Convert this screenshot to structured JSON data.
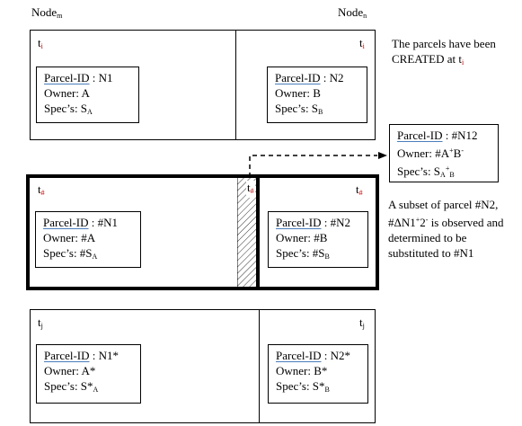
{
  "header": {
    "node_m": {
      "text": "Node",
      "sub": "m"
    },
    "node_n": {
      "text": "Node",
      "sub": "n"
    }
  },
  "row1": {
    "time_left": {
      "text": "t",
      "sub": "i"
    },
    "time_right": {
      "text": "t",
      "sub": "i"
    },
    "parcel_left": {
      "id_label": "Parcel-ID",
      "id_value": " : N1",
      "owner": "Owner: A",
      "spec_label": "Spec’s: S",
      "spec_sub": "A"
    },
    "parcel_right": {
      "id_label": "Parcel-ID",
      "id_value": " : N2",
      "owner": "Owner: B",
      "spec_label": "Spec’s: S",
      "spec_sub": "B"
    },
    "note": {
      "line1": "The parcels have been",
      "line2": "CREATED at t",
      "line2_sub": "i"
    }
  },
  "row2": {
    "time_left": {
      "text": "t",
      "sub": "#"
    },
    "time_hatch": {
      "text": "t",
      "sub": "#"
    },
    "time_right": {
      "text": "t",
      "sub": "#"
    },
    "parcel_left": {
      "id_label": "Parcel-ID",
      "id_value": " : #N1",
      "owner": "Owner: #A",
      "spec_label": "Spec’s: #S",
      "spec_sub": "A"
    },
    "parcel_right": {
      "id_label": "Parcel-ID",
      "id_value": " : #N2",
      "owner": "Owner: #B",
      "spec_label": "Spec’s: #S",
      "spec_sub": "B"
    },
    "new_parcel": {
      "id_label": "Parcel-ID",
      "id_value": " : #N12",
      "owner_a": "Owner: #A",
      "owner_a_sup": "+",
      "owner_b": "B",
      "owner_b_sup": "-",
      "spec_a": "Spec’s: S",
      "spec_a_sub": "A",
      "spec_plus": "+",
      "spec_b_sub": "B"
    },
    "note": {
      "line1": "A subset of parcel #N2,",
      "line2_a": "#ΔN1",
      "line2_sup": "+",
      "line2_b": "2",
      "line2_sup2": "-",
      "line2_c": " is observed and",
      "line3": "determined to be",
      "line4": "substituted to #N1"
    }
  },
  "row3": {
    "time_left": {
      "text": "t",
      "sub": "j"
    },
    "time_right": {
      "text": "t",
      "sub": "j"
    },
    "parcel_left": {
      "id_label": "Parcel-ID",
      "id_value": " : N1*",
      "owner": "Owner: A*",
      "spec_label": "Spec’s: S*",
      "spec_sub": "A"
    },
    "parcel_right": {
      "id_label": "Parcel-ID",
      "id_value": " : N2*",
      "owner": "Owner: B*",
      "spec_label": "Spec’s: S*",
      "spec_sub": "B"
    }
  },
  "colors": {
    "line": "#000000",
    "time_subscript": "#c00000",
    "underline": "#4a7ebb"
  }
}
